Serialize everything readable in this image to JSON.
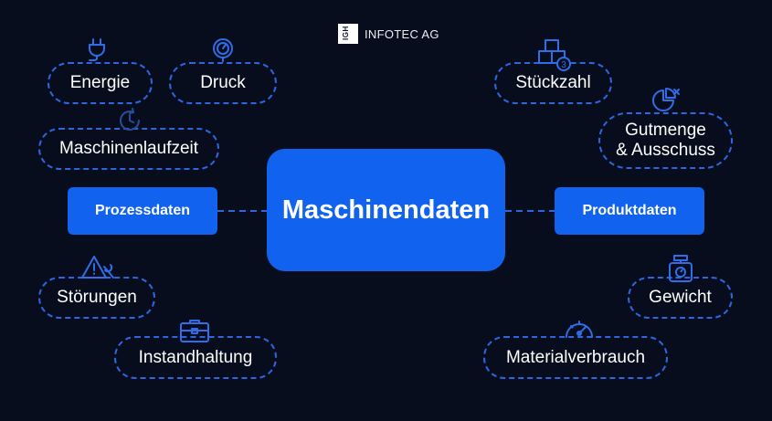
{
  "brand": {
    "name": "INFOTEC AG",
    "logo_text": "IGH"
  },
  "center": {
    "label": "Maschinendaten"
  },
  "categories": {
    "left": "Prozessdaten",
    "right": "Produktdaten"
  },
  "left_items": {
    "energie": "Energie",
    "druck": "Druck",
    "laufzeit": "Maschinenlaufzeit",
    "stoerungen": "Störungen",
    "instandhaltung": "Instandhaltung"
  },
  "right_items": {
    "stueckzahl": "Stückzahl",
    "gutmenge_line1": "Gutmenge",
    "gutmenge_line2": "& Ausschuss",
    "gewicht": "Gewicht",
    "materialverbrauch": "Materialverbrauch"
  },
  "icons": {
    "energie": "power-plug-icon",
    "druck": "pressure-gauge-icon",
    "laufzeit": "clock-cycle-icon",
    "stueckzahl": "boxes-count-icon",
    "gutmenge": "pie-chart-reject-icon",
    "stoerungen": "warning-wrench-icon",
    "instandhaltung": "toolbox-icon",
    "gewicht": "scale-icon",
    "materialverbrauch": "speedometer-icon"
  },
  "colors": {
    "background": "#070d1c",
    "accent": "#1062ef",
    "dashed": "#2d66e0"
  }
}
